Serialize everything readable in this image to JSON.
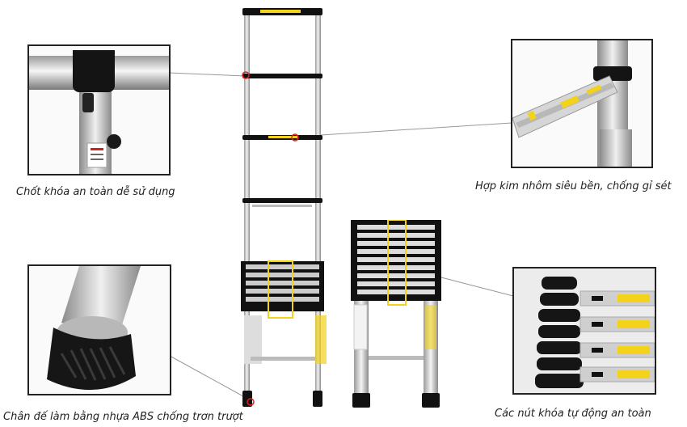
{
  "captions": {
    "lock": "Chốt khóa an toàn dễ sử dụng",
    "aluminum": "Hợp kim nhôm siêu bền, chống gỉ sét",
    "foot": "Chân đế làm bằng nhựa ABS chống trơn trượt",
    "buttons": "Các nút khóa tự động an toàn"
  },
  "colors": {
    "frame": "#222222",
    "callout_line": "#999999",
    "marker": "#e02020",
    "rail": "#c8c8c8",
    "cap": "#111111",
    "label": "#f2d21a"
  },
  "icons": [
    "lock-latch-icon",
    "rubber-foot-icon",
    "lock-button-icon",
    "aluminum-rung-icon"
  ]
}
